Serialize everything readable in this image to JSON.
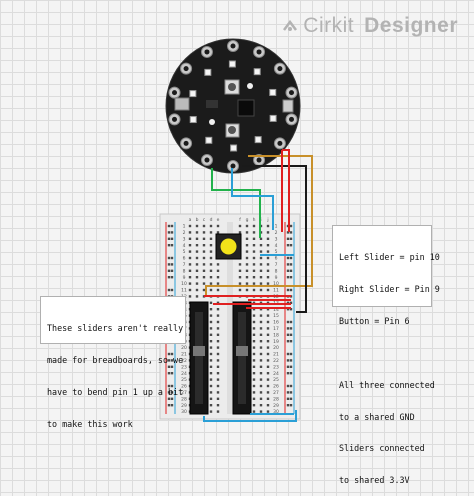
{
  "brand": {
    "name_part1": "Cirkit",
    "name_part2": "Designer",
    "icon": "cirkit-logo-icon"
  },
  "notes": {
    "left": {
      "lines": [
        "These sliders aren't really",
        "made for breadboards, so we",
        "have to bend pin 1 up a bit",
        "to make this work"
      ]
    },
    "right": {
      "pin_lines": [
        "Left Slider = pin 10",
        "Right Slider = Pin 9",
        "Button = Pin 6"
      ],
      "gnd_lines": [
        "All three connected",
        "to a shared GND",
        "Sliders connected",
        "to shared 3.3V"
      ]
    }
  },
  "breadboard": {
    "column_letters": [
      "a",
      "b",
      "c",
      "d",
      "e",
      "f",
      "g",
      "h",
      "i",
      "j"
    ],
    "row_numbers": [
      "1",
      "2",
      "3",
      "4",
      "5",
      "6",
      "7",
      "8",
      "9",
      "10",
      "11",
      "12",
      "13",
      "14",
      "15",
      "16",
      "17",
      "18",
      "19",
      "20",
      "21",
      "22",
      "23",
      "24",
      "25",
      "26",
      "27",
      "28",
      "29",
      "30"
    ]
  },
  "colors": {
    "wire_red": "#e02020",
    "wire_black": "#1a1a1a",
    "wire_blue": "#2a9fd6",
    "wire_green": "#22b24c",
    "wire_orange": "#c8902a",
    "board": "#1b1b1b",
    "button_cap": "#f2e31a"
  }
}
